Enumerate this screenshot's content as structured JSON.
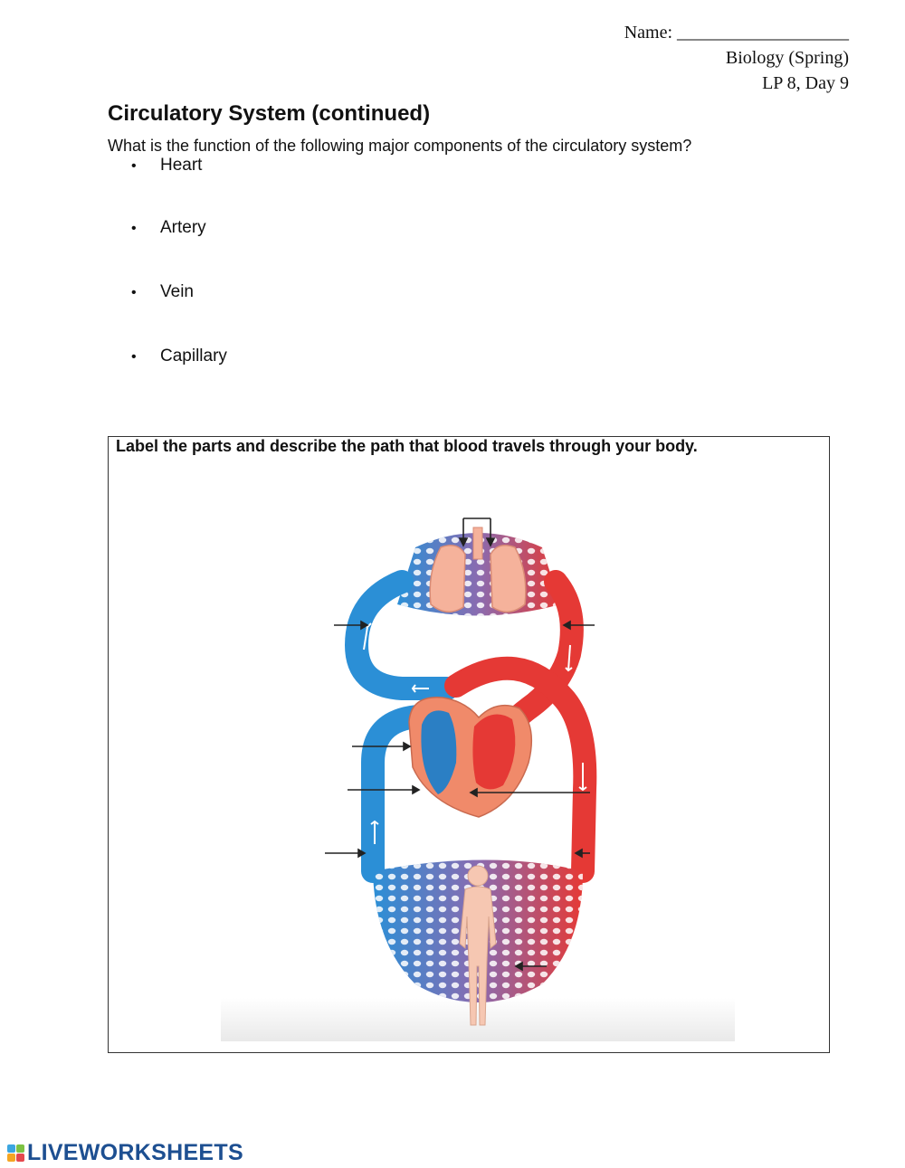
{
  "header": {
    "name_label": "Name: ___________________",
    "course": "Biology (Spring)",
    "lesson": "LP 8, Day 9"
  },
  "title": "Circulatory System (continued)",
  "question": "What is the function of the following major components of the circulatory system?",
  "bullets": [
    "Heart",
    "Artery",
    "Vein",
    "Capillary"
  ],
  "diagram": {
    "caption": "Label the parts and describe the path that blood travels through your body."
  },
  "footer": {
    "logo_text": "LIVEWORKSHEETS"
  },
  "colors": {
    "artery_red": "#e53935",
    "vein_blue": "#2b8fd6",
    "capillary_purple": "#8a6bb0",
    "heart_pink": "#f08a6a",
    "body_skin": "#f6c7b2",
    "logo_blue": "#1d4f91"
  }
}
